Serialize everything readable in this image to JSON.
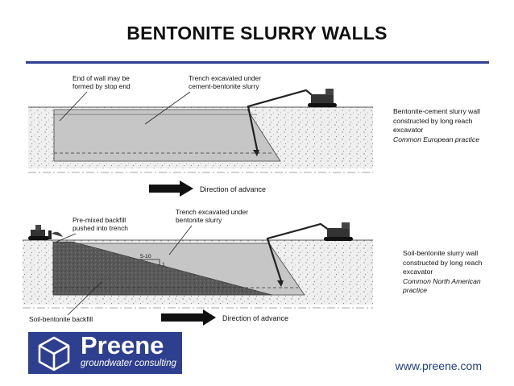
{
  "slide": {
    "title": "BENTONITE SLURRY WALLS",
    "website": "www.preene.com"
  },
  "brand": {
    "name": "Preene",
    "tagline": "groundwater consulting",
    "logo_icon": "cube-icon",
    "colors": {
      "primary": "#2e3f8f",
      "slurry": "#c6c6c6",
      "backfill": "#555555"
    }
  },
  "diagram_top": {
    "callout_end_of_wall": [
      "End of wall may be",
      "formed by stop end"
    ],
    "callout_trench": [
      "Trench excavated under",
      "cement-bentonite slurry"
    ],
    "arrow_label": "Direction of advance",
    "side_note": {
      "lines": [
        "Bentonite-cement slurry wall",
        "constructed by long reach",
        "excavator"
      ],
      "practice": "Common European practice"
    }
  },
  "diagram_bottom": {
    "callout_backfill": [
      "Pre-mixed backfill",
      "pushed into trench"
    ],
    "callout_trench": [
      "Trench excavated under",
      "bentonite slurry"
    ],
    "slope_label": "5-10",
    "slope_unit": "1",
    "callout_soil_backfill": "Soil-bentonite backfill",
    "arrow_label": "Direction of advance",
    "side_note": {
      "lines": [
        "Soil-bentonite slurry wall",
        "constructed by long reach",
        "excavator"
      ],
      "practice": [
        "Common North American",
        "practice"
      ]
    }
  }
}
